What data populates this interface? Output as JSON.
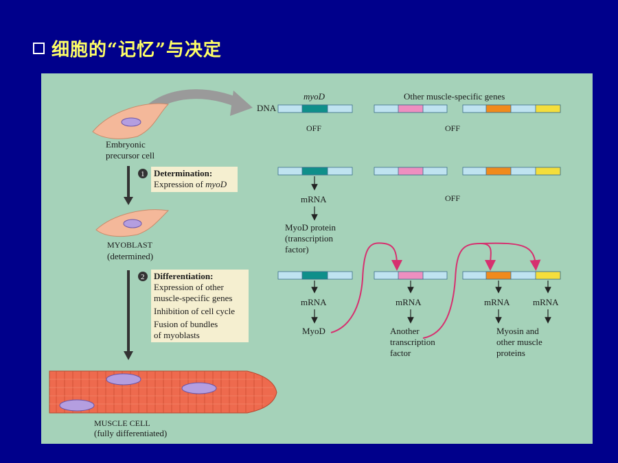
{
  "slide": {
    "title": "细胞的“记忆”与决定",
    "bullet_icon": "square-bullet-icon",
    "background_color": "#00008b",
    "title_color": "#ffff66"
  },
  "figure": {
    "background_color": "#a5d2b9",
    "embryonic_cell_label": [
      "Embryonic",
      "precursor cell"
    ],
    "dna_label": "DNA",
    "myod_label": "myoD",
    "other_genes_label": "Other muscle-specific genes",
    "off_label": "OFF",
    "step1": {
      "number": "1",
      "title": "Determination:",
      "line": "Expression of ",
      "line_italic": "myoD"
    },
    "myoblast_label": [
      "MYOBLAST",
      "(determined)"
    ],
    "step2": {
      "number": "2",
      "title": "Differentiation:",
      "lines": [
        "Expression of other",
        "muscle-specific genes",
        "Inhibition of cell cycle",
        "Fusion of bundles",
        "of myoblasts"
      ]
    },
    "muscle_cell_label": [
      "MUSCLE CELL",
      "(fully differentiated)"
    ],
    "mrna_label": "mRNA",
    "myod_protein_label": [
      "MyoD protein",
      "(transcription",
      "factor)"
    ],
    "myod_short_label": "MyoD",
    "another_tf_label": [
      "Another",
      "transcription",
      "factor"
    ],
    "myosin_label": [
      "Myosin and",
      "other muscle",
      "proteins"
    ],
    "gene_colors": {
      "dna_strand": "#bfe3f0",
      "myoD": "#0f8f8a",
      "other1": "#ee8fc0",
      "other2": "#f08a1c",
      "other3": "#f4de3c"
    },
    "arrow_color": "#d6306f",
    "cell_color": "#f4b89a",
    "nucleus_color": "#b49ee0",
    "muscle_color": "#ee6a4e"
  }
}
